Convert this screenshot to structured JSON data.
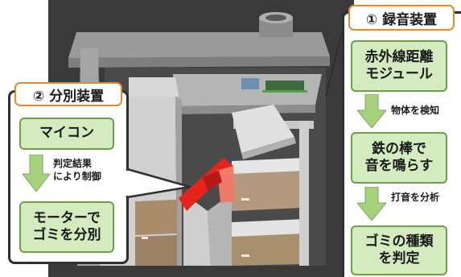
{
  "recording_device": {
    "title": "① 録音装置",
    "steps": [
      {
        "line1": "赤外線距離",
        "line2": "モジュール"
      },
      {
        "line1": "鉄の棒で",
        "line2": "音を鳴らす"
      },
      {
        "line1": "ゴミの種類",
        "line2": "を判定"
      }
    ],
    "arrow_labels": [
      "物体を検知",
      "打音を分析"
    ]
  },
  "sorting_device": {
    "title": "② 分別装置",
    "steps": [
      {
        "line1": "マイコン"
      },
      {
        "line1": "モーターで",
        "line2": "ゴミを分別"
      }
    ],
    "arrow_label": {
      "line1": "判定結果",
      "line2": "により制御"
    }
  },
  "colors": {
    "box_fill": "#d4ebc0",
    "box_border": "#6aa046",
    "arrow_fill": "#a6d27e",
    "title_border": "#e0892e",
    "flap": "#e8231c",
    "scene_background": "#3a3a3a"
  }
}
